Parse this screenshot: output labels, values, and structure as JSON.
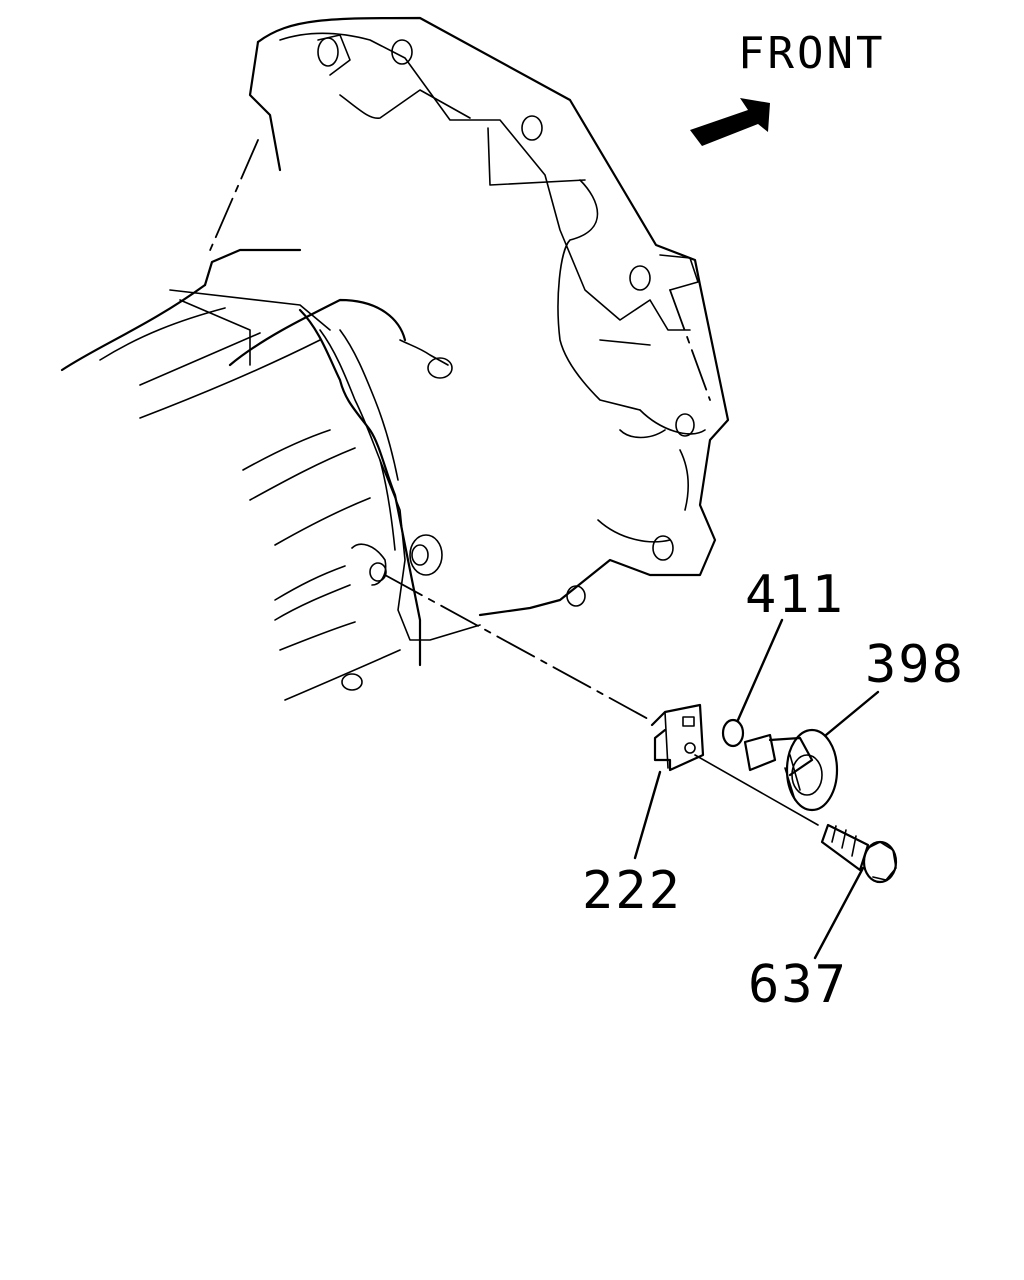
{
  "direction_label": "FRONT",
  "callouts": [
    {
      "id": "411",
      "part": "o-ring"
    },
    {
      "id": "398",
      "part": "sensor"
    },
    {
      "id": "222",
      "part": "bracket"
    },
    {
      "id": "637",
      "part": "bolt"
    }
  ],
  "colors": {
    "line": "#000000",
    "background": "#ffffff"
  }
}
